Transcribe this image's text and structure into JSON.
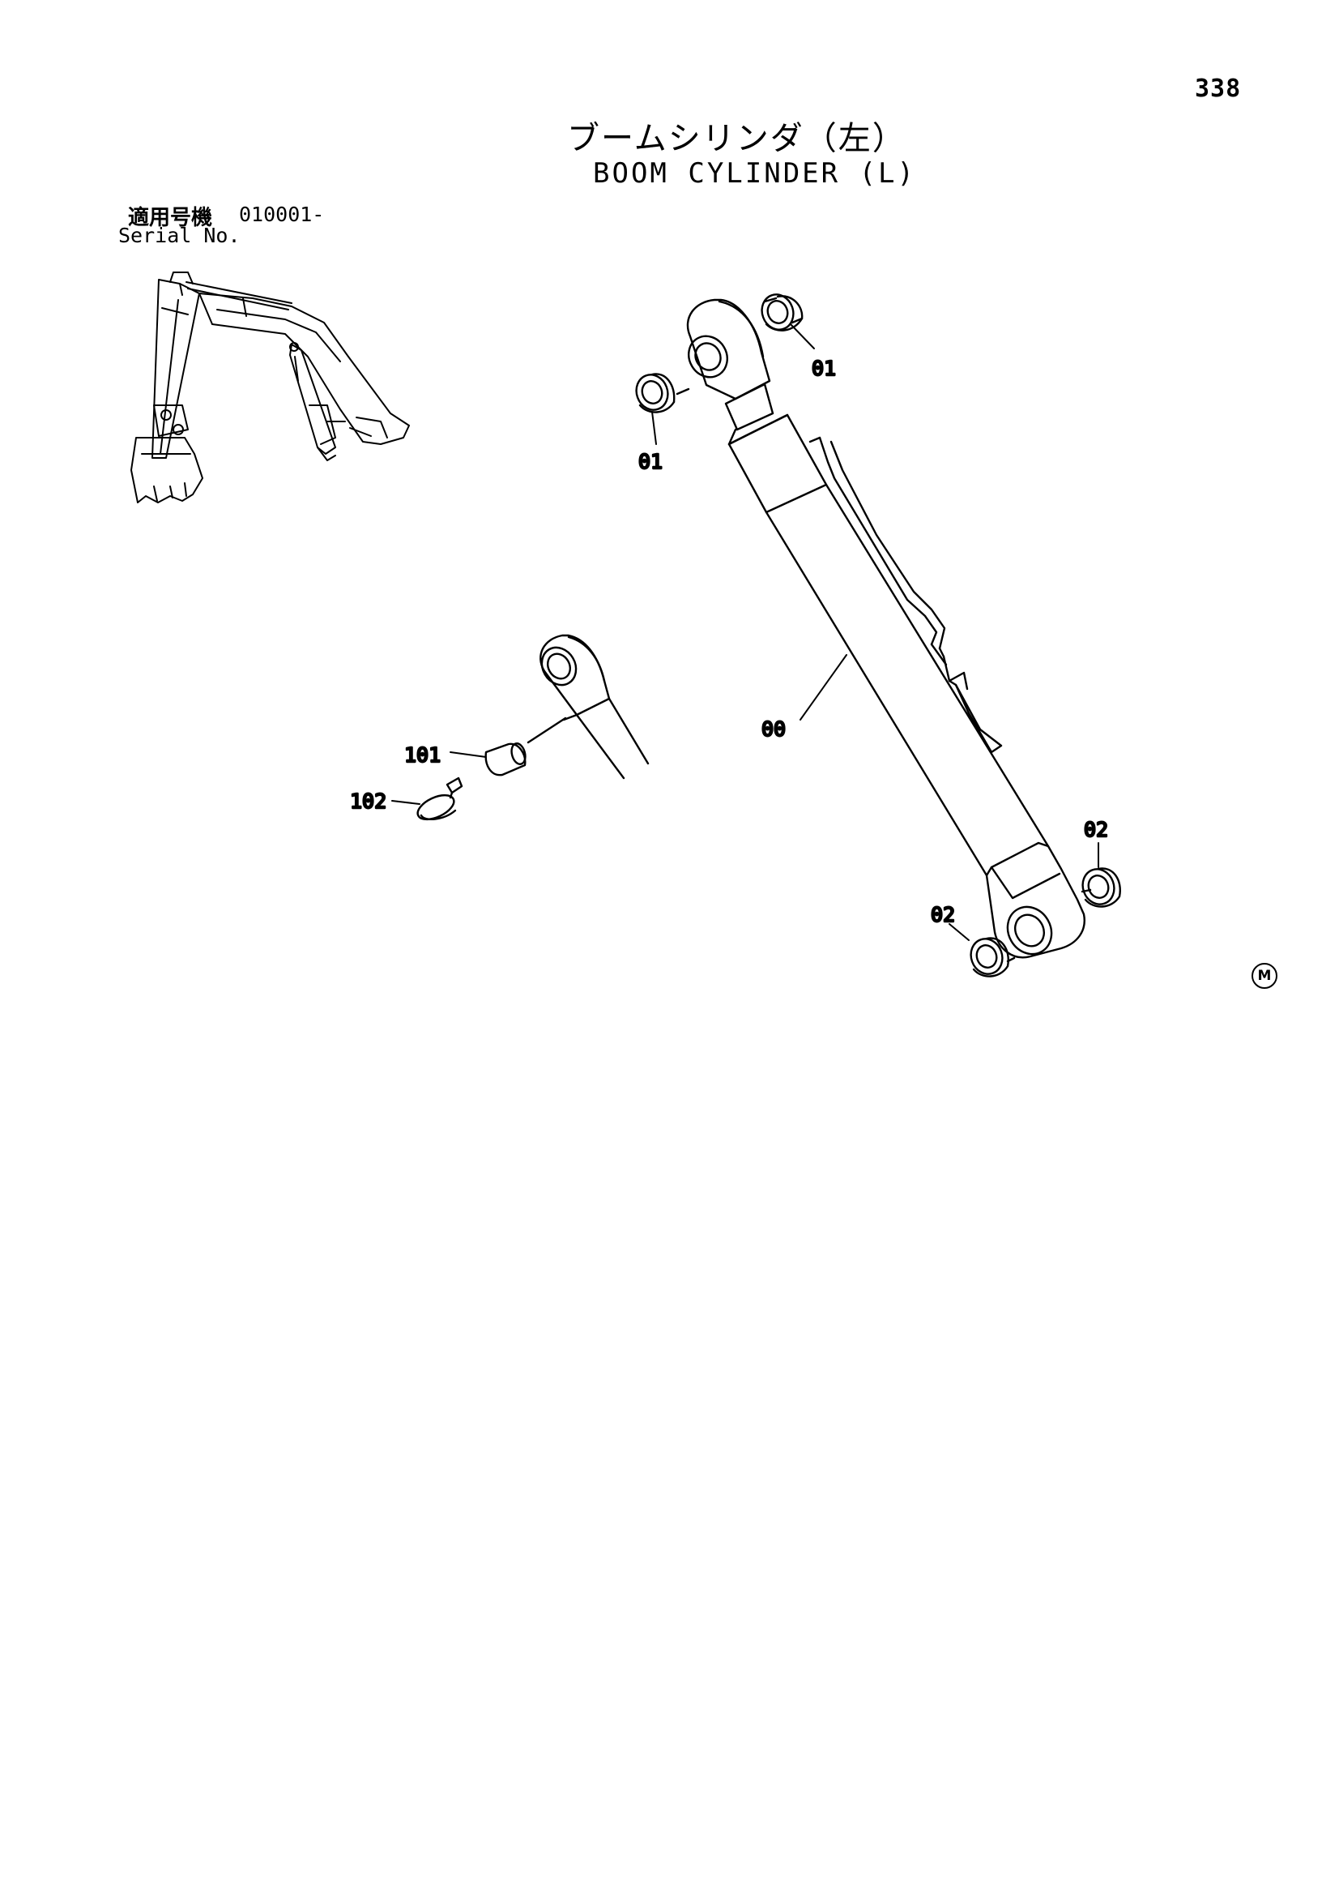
{
  "page": {
    "number": "338",
    "title_jp": "ブームシリンダ（左）",
    "title_en": "BOOM CYLINDER (L)",
    "serial_label_jp": "適用号機",
    "serial_value": "010001-",
    "serial_label_en": "Serial No.",
    "mark": "M"
  },
  "callouts": {
    "c00": "00",
    "c01_top": "01",
    "c01_left": "01",
    "c02_right": "02",
    "c02_left": "02",
    "c101": "101",
    "c102": "102"
  },
  "icons": {
    "excavator": "excavator-location-icon",
    "mark": "circled-m-icon"
  }
}
